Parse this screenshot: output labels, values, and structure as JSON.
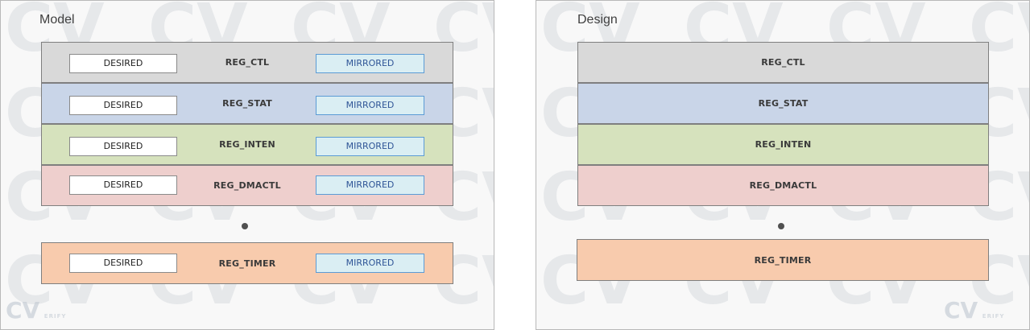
{
  "model": {
    "title": "Model",
    "desired_label": "DESIRED",
    "mirrored_label": "MIRRORED",
    "registers": [
      {
        "name": "REG_CTL",
        "color": "#d9d9d9"
      },
      {
        "name": "REG_STAT",
        "color": "#c9d5e8"
      },
      {
        "name": "REG_INTEN",
        "color": "#d6e2bd"
      },
      {
        "name": "REG_DMACTL",
        "color": "#eecfcd"
      },
      {
        "name": "REG_TIMER",
        "color": "#f8cbad"
      }
    ]
  },
  "design": {
    "title": "Design",
    "registers": [
      {
        "name": "REG_CTL",
        "color": "#d9d9d9"
      },
      {
        "name": "REG_STAT",
        "color": "#c9d5e8"
      },
      {
        "name": "REG_INTEN",
        "color": "#d6e2bd"
      },
      {
        "name": "REG_DMACTL",
        "color": "#eecfcd"
      },
      {
        "name": "REG_TIMER",
        "color": "#f8cbad"
      }
    ]
  },
  "watermark": {
    "text": "CV",
    "logo_tagline": "ERIFY"
  }
}
